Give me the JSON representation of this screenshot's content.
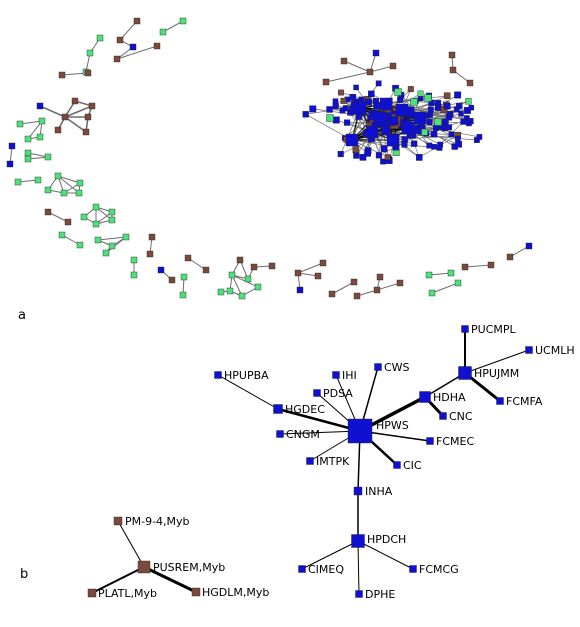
{
  "panel_labels": {
    "a": "a",
    "b": "b"
  },
  "colors": {
    "blue": "#1010d0",
    "brown": "#7a4a3c",
    "green": "#4ee07a",
    "edge": "#000000",
    "edge_gray": "#6d6d6d"
  },
  "network_b": {
    "nodes": {
      "hpws": "HPWS",
      "ihi": "IHI",
      "cws": "CWS",
      "pdsa": "PDSA",
      "hpupba": "HPUPBA",
      "hgdec": "HGDEC",
      "cngm": "CNGM",
      "imtpk": "IMTPK",
      "cic": "CIC",
      "fcmec": "FCMEC",
      "cnc": "CNC",
      "hdha": "HDHA",
      "hpujmm": "HPUJMM",
      "pucmpl": "PUCMPL",
      "ucmlh": "UCMLH",
      "fcmfa": "FCMFA",
      "inha": "INHA",
      "hpdch": "HPDCH",
      "cimeq": "CIMEQ",
      "fcmcg": "FCMCG",
      "dphe": "DPHE",
      "pm94": "PM-9-4,Myb",
      "pusrem": "PUSREM,Myb",
      "platl": "PLATL,Myb",
      "hgdlm": "HGDLM,Myb"
    }
  }
}
